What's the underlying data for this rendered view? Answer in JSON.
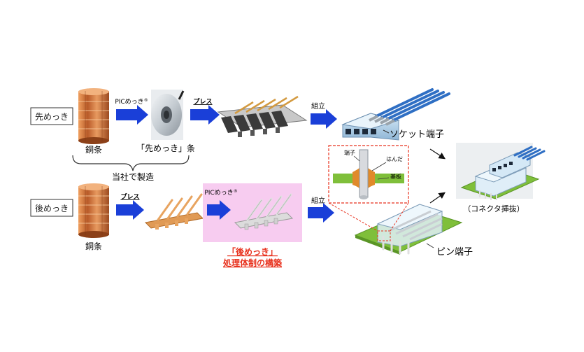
{
  "rows": {
    "pre": {
      "label": "先めっき",
      "steps": {
        "pic_plating": "PICめっき",
        "press": "プレス",
        "assembly": "組立"
      },
      "copper_caption": "銅条",
      "preplated_caption": "「先めっき」条",
      "product_caption": "ソケット端子"
    },
    "post": {
      "label": "後めっき",
      "steps": {
        "press": "プレス",
        "pic_plating": "PICめっき",
        "assembly": "組立"
      },
      "copper_caption": "銅条",
      "system_line1": "「後めっき」",
      "system_line2": "処理体制の構築",
      "product_caption": "ピン端子"
    }
  },
  "brace_caption": "当社で製造",
  "registered_mark": "®",
  "detail": {
    "terminal": "端子",
    "solder": "はんだ",
    "board": "基板"
  },
  "result_caption": "（コネクタ挿抜）",
  "colors": {
    "arrow_blue": "#1a3fd8",
    "highlight_pink": "#f7ccf0",
    "emphasis_red": "#e8321e",
    "board_green": "#7fbf3a",
    "copper": "#c9783c"
  }
}
